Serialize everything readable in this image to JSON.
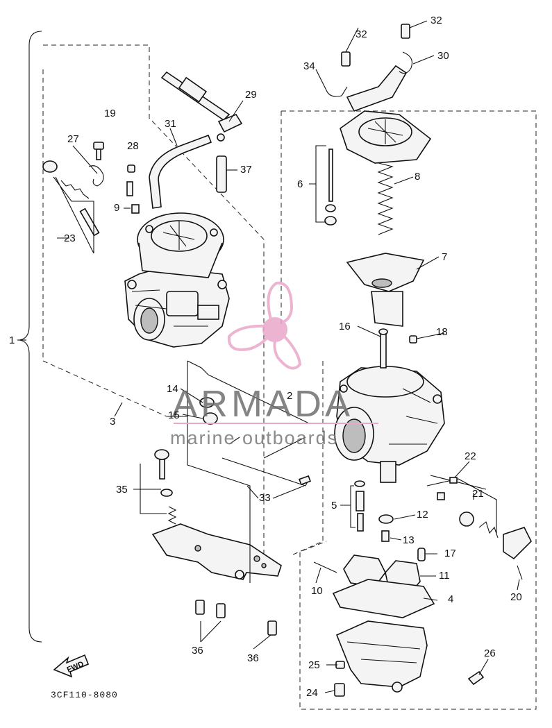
{
  "diagram": {
    "part_numbers": [
      "1",
      "2",
      "3",
      "4",
      "5",
      "6",
      "7",
      "8",
      "9",
      "10",
      "11",
      "12",
      "13",
      "14",
      "15",
      "16",
      "17",
      "18",
      "19",
      "20",
      "21",
      "22",
      "23",
      "24",
      "25",
      "26",
      "27",
      "28",
      "29",
      "30",
      "31",
      "32",
      "32",
      "33",
      "34",
      "35",
      "36",
      "36",
      "37"
    ],
    "drawing_code": "3CF110-8080",
    "fwd_label": "FWD"
  },
  "watermark": {
    "brand": "ARMADA",
    "tagline": "marine outboards",
    "logo_color": "#e9a8c8",
    "text_color": "#6f6f6f"
  }
}
